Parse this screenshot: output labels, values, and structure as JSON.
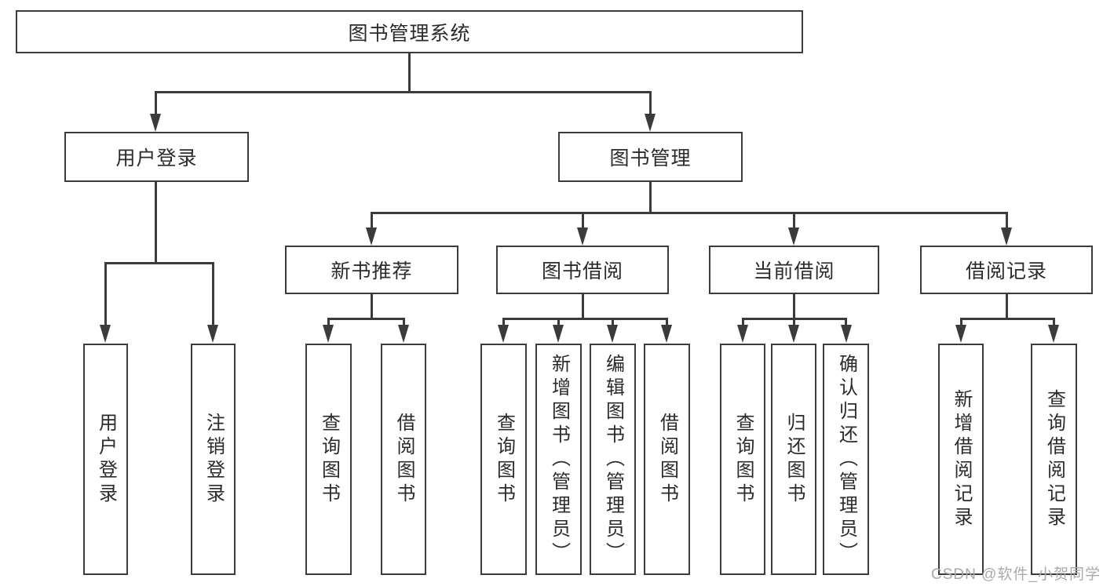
{
  "diagram": {
    "title_node": {
      "label": "图书管理系统"
    },
    "level2": [
      {
        "id": "user-login",
        "label": "用户登录"
      },
      {
        "id": "book-management",
        "label": "图书管理"
      }
    ],
    "level3": [
      {
        "id": "new-book-recommend",
        "label": "新书推荐"
      },
      {
        "id": "book-borrow",
        "label": "图书借阅"
      },
      {
        "id": "current-borrow",
        "label": "当前借阅"
      },
      {
        "id": "borrow-records",
        "label": "借阅记录"
      }
    ],
    "leaves": [
      {
        "group": "user-login",
        "label": "用户登录"
      },
      {
        "group": "user-login",
        "label": "注销登录"
      },
      {
        "group": "new-book-recommend",
        "label": "查询图书"
      },
      {
        "group": "new-book-recommend",
        "label": "借阅图书"
      },
      {
        "group": "book-borrow",
        "label": "查询图书"
      },
      {
        "group": "book-borrow",
        "label": "新增图书（管理员）"
      },
      {
        "group": "book-borrow",
        "label": "编辑图书（管理员）"
      },
      {
        "group": "book-borrow",
        "label": "借阅图书"
      },
      {
        "group": "current-borrow",
        "label": "查询图书"
      },
      {
        "group": "current-borrow",
        "label": "归还图书"
      },
      {
        "group": "current-borrow",
        "label": "确认归还（管理员）"
      },
      {
        "group": "borrow-records",
        "label": "新增借阅记录"
      },
      {
        "group": "borrow-records",
        "label": "查询借阅记录"
      }
    ],
    "watermark": "CSDN @软件_小贺同学"
  },
  "colors": {
    "line": "#3b3b3b",
    "text": "#2b2b2b",
    "watermark": "#a9a9a9",
    "background": "#ffffff"
  }
}
